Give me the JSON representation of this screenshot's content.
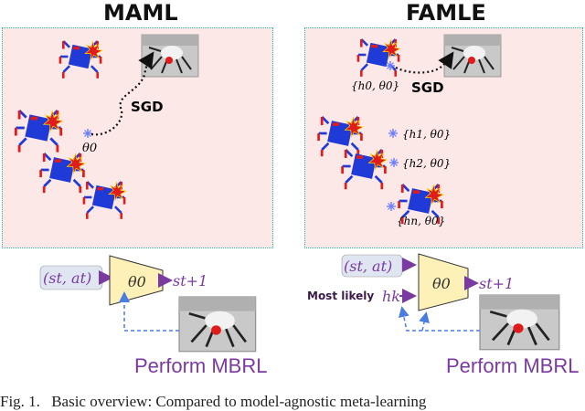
{
  "left": {
    "title": "MAML",
    "update_label": "SGD",
    "param_label": "θ0",
    "model": {
      "input": "(st, at)",
      "param": "θ0",
      "output": "st+1"
    },
    "action_label": "Perform MBRL"
  },
  "right": {
    "title": "FAMLE",
    "update_label": "SGD",
    "embeddings": [
      "{h0, θ0}",
      "{h1, θ0}",
      "{h2, θ0}",
      "{hn, θ0}"
    ],
    "model": {
      "input": "(st, at)",
      "param": "θ0",
      "output": "st+1",
      "selector_label": "Most likely",
      "selector_symbol": "hk"
    },
    "action_label": "Perform MBRL"
  },
  "caption": {
    "fig": "Fig. 1.",
    "text": "Basic overview: Compared to model-agnostic meta-learning"
  },
  "colors": {
    "panel_fill": "#fde8e8",
    "panel_border": "#2bb3a6",
    "model_fill": "#fdf1b8",
    "accent": "#7b3aa0",
    "dashed_blue": "#4a7de0",
    "robot_blue": "#1f3ad6",
    "robot_red": "#e01b1b"
  },
  "icons": [
    "hexapod-robot-icon",
    "robot-photo-icon",
    "sparkle-icon"
  ]
}
